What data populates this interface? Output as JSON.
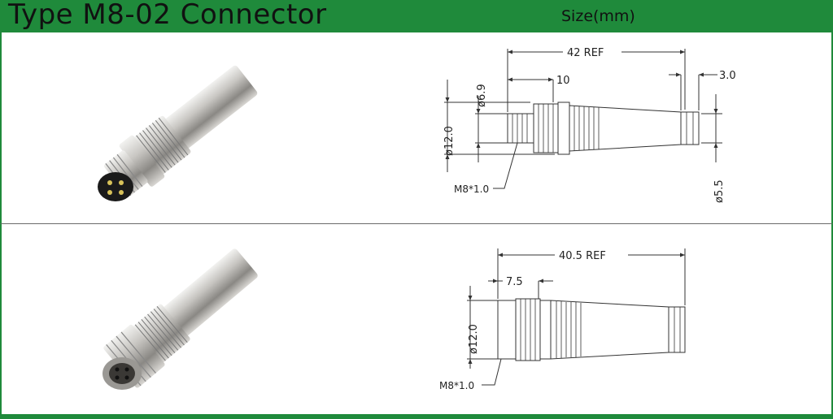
{
  "header": {
    "title": "Type M8-02 Connector",
    "size_label": "Size(mm)"
  },
  "male": {
    "dim_length": "42  REF",
    "dim_nut": "10",
    "dim_end": "3.0",
    "dim_pin_dia": "ø6.9",
    "dim_body_dia": "ø12.0",
    "dim_cable_dia": "ø5.5",
    "thread": "M8*1.0"
  },
  "female": {
    "dim_length": "40.5  REF",
    "dim_nut": "7.5",
    "dim_body_dia": "ø12.0",
    "thread": "M8*1.0"
  },
  "colors": {
    "accent": "#1f8a3b"
  }
}
